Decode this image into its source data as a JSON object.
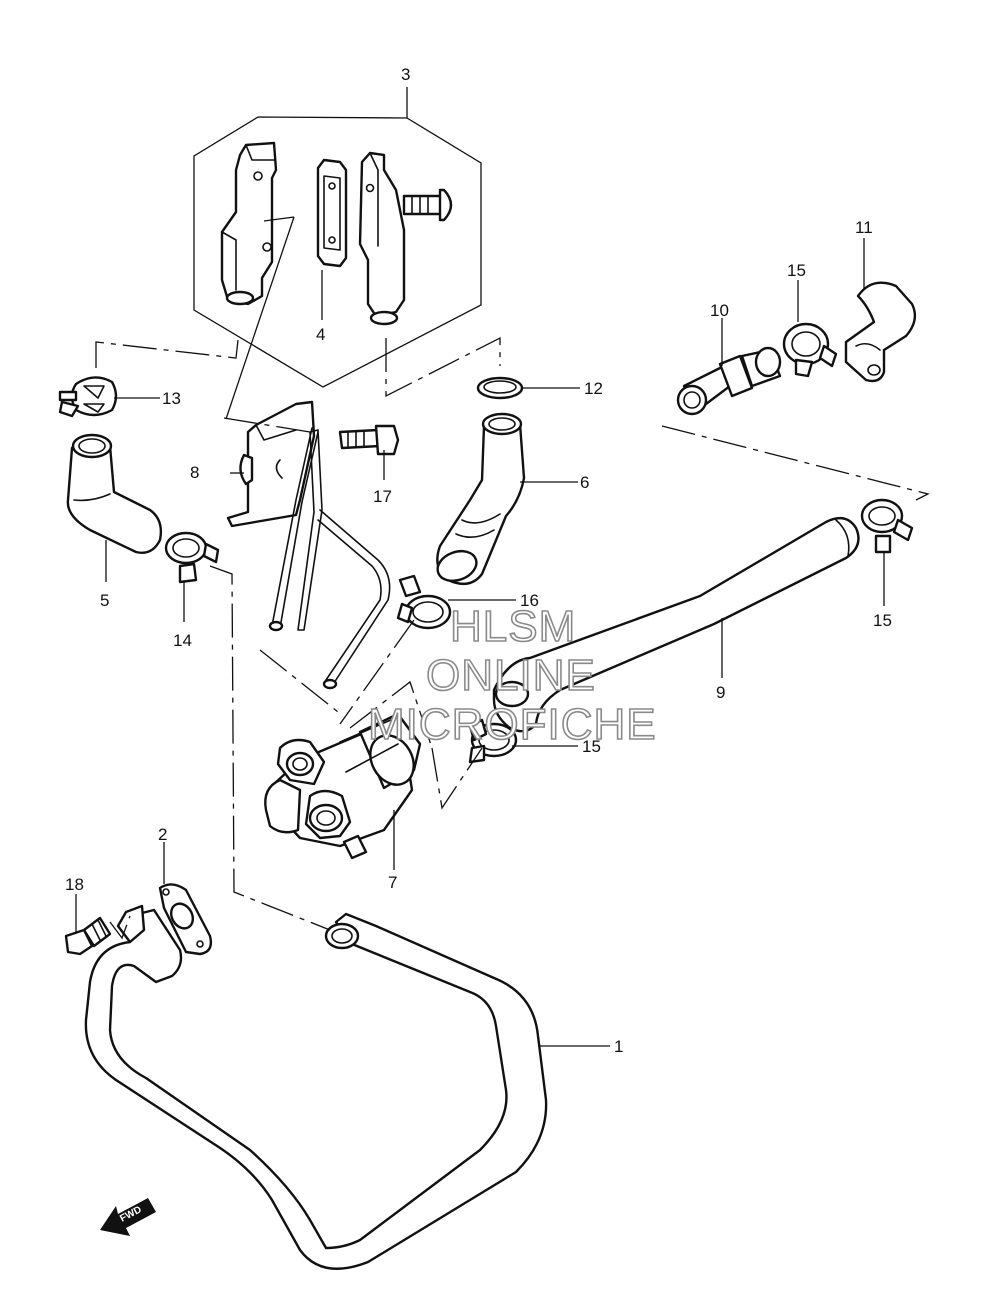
{
  "callouts": {
    "c1": "1",
    "c2": "2",
    "c3": "3",
    "c4": "4",
    "c5": "5",
    "c6": "6",
    "c7": "7",
    "c8": "8",
    "c9": "9",
    "c10": "10",
    "c11": "11",
    "c12": "12",
    "c13": "13",
    "c14": "14",
    "c15a": "15",
    "c15b": "15",
    "c15c": "15",
    "c16": "16",
    "c17": "17",
    "c18": "18"
  },
  "watermark": {
    "line1": "HLSM",
    "line2": "ONLINE",
    "line3": "MICROFICHE"
  },
  "direction_arrow": {
    "label": "FWD"
  }
}
